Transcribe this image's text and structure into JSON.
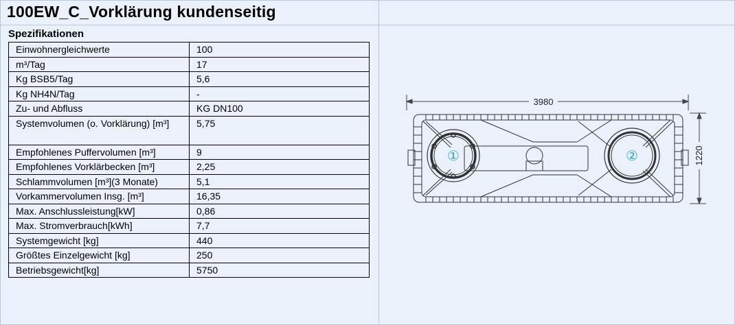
{
  "title": "100EW_C_Vorklärung kundenseitig",
  "section_title": "Spezifikationen",
  "specs": [
    {
      "label": "Einwohnergleichwerte",
      "value": "100"
    },
    {
      "label": "m³/Tag",
      "value": "17"
    },
    {
      "label": "Kg BSB5/Tag",
      "value": "5,6"
    },
    {
      "label": "Kg NH4N/Tag",
      "value": "-"
    },
    {
      "label": "Zu- und Abfluss",
      "value": "KG DN100"
    },
    {
      "label": "Systemvolumen (o. Vorklärung) [m³]",
      "value": "5,75"
    },
    {
      "label": "Empfohlenes Puffervolumen  [m³]",
      "value": "9"
    },
    {
      "label": "Empfohlenes Vorklärbecken [m³]",
      "value": "2,25"
    },
    {
      "label": "Schlammvolumen [m³](3 Monate)",
      "value": "5,1"
    },
    {
      "label": "Vorkammervolumen Insg. [m³]",
      "value": "16,35"
    },
    {
      "label": "Max. Anschlussleistung[kW]",
      "value": "0,86"
    },
    {
      "label": "Max. Stromverbrauch[kWh]",
      "value": "7,7"
    },
    {
      "label": "Systemgewicht [kg]",
      "value": "440"
    },
    {
      "label": "Größtes Einzelgewicht [kg]",
      "value": "250"
    },
    {
      "label": "Betriebsgewicht[kg]",
      "value": "5750"
    }
  ],
  "drawing": {
    "width_label": "3980",
    "height_label": "1220",
    "chamber_1": "①",
    "chamber_2": "②"
  }
}
